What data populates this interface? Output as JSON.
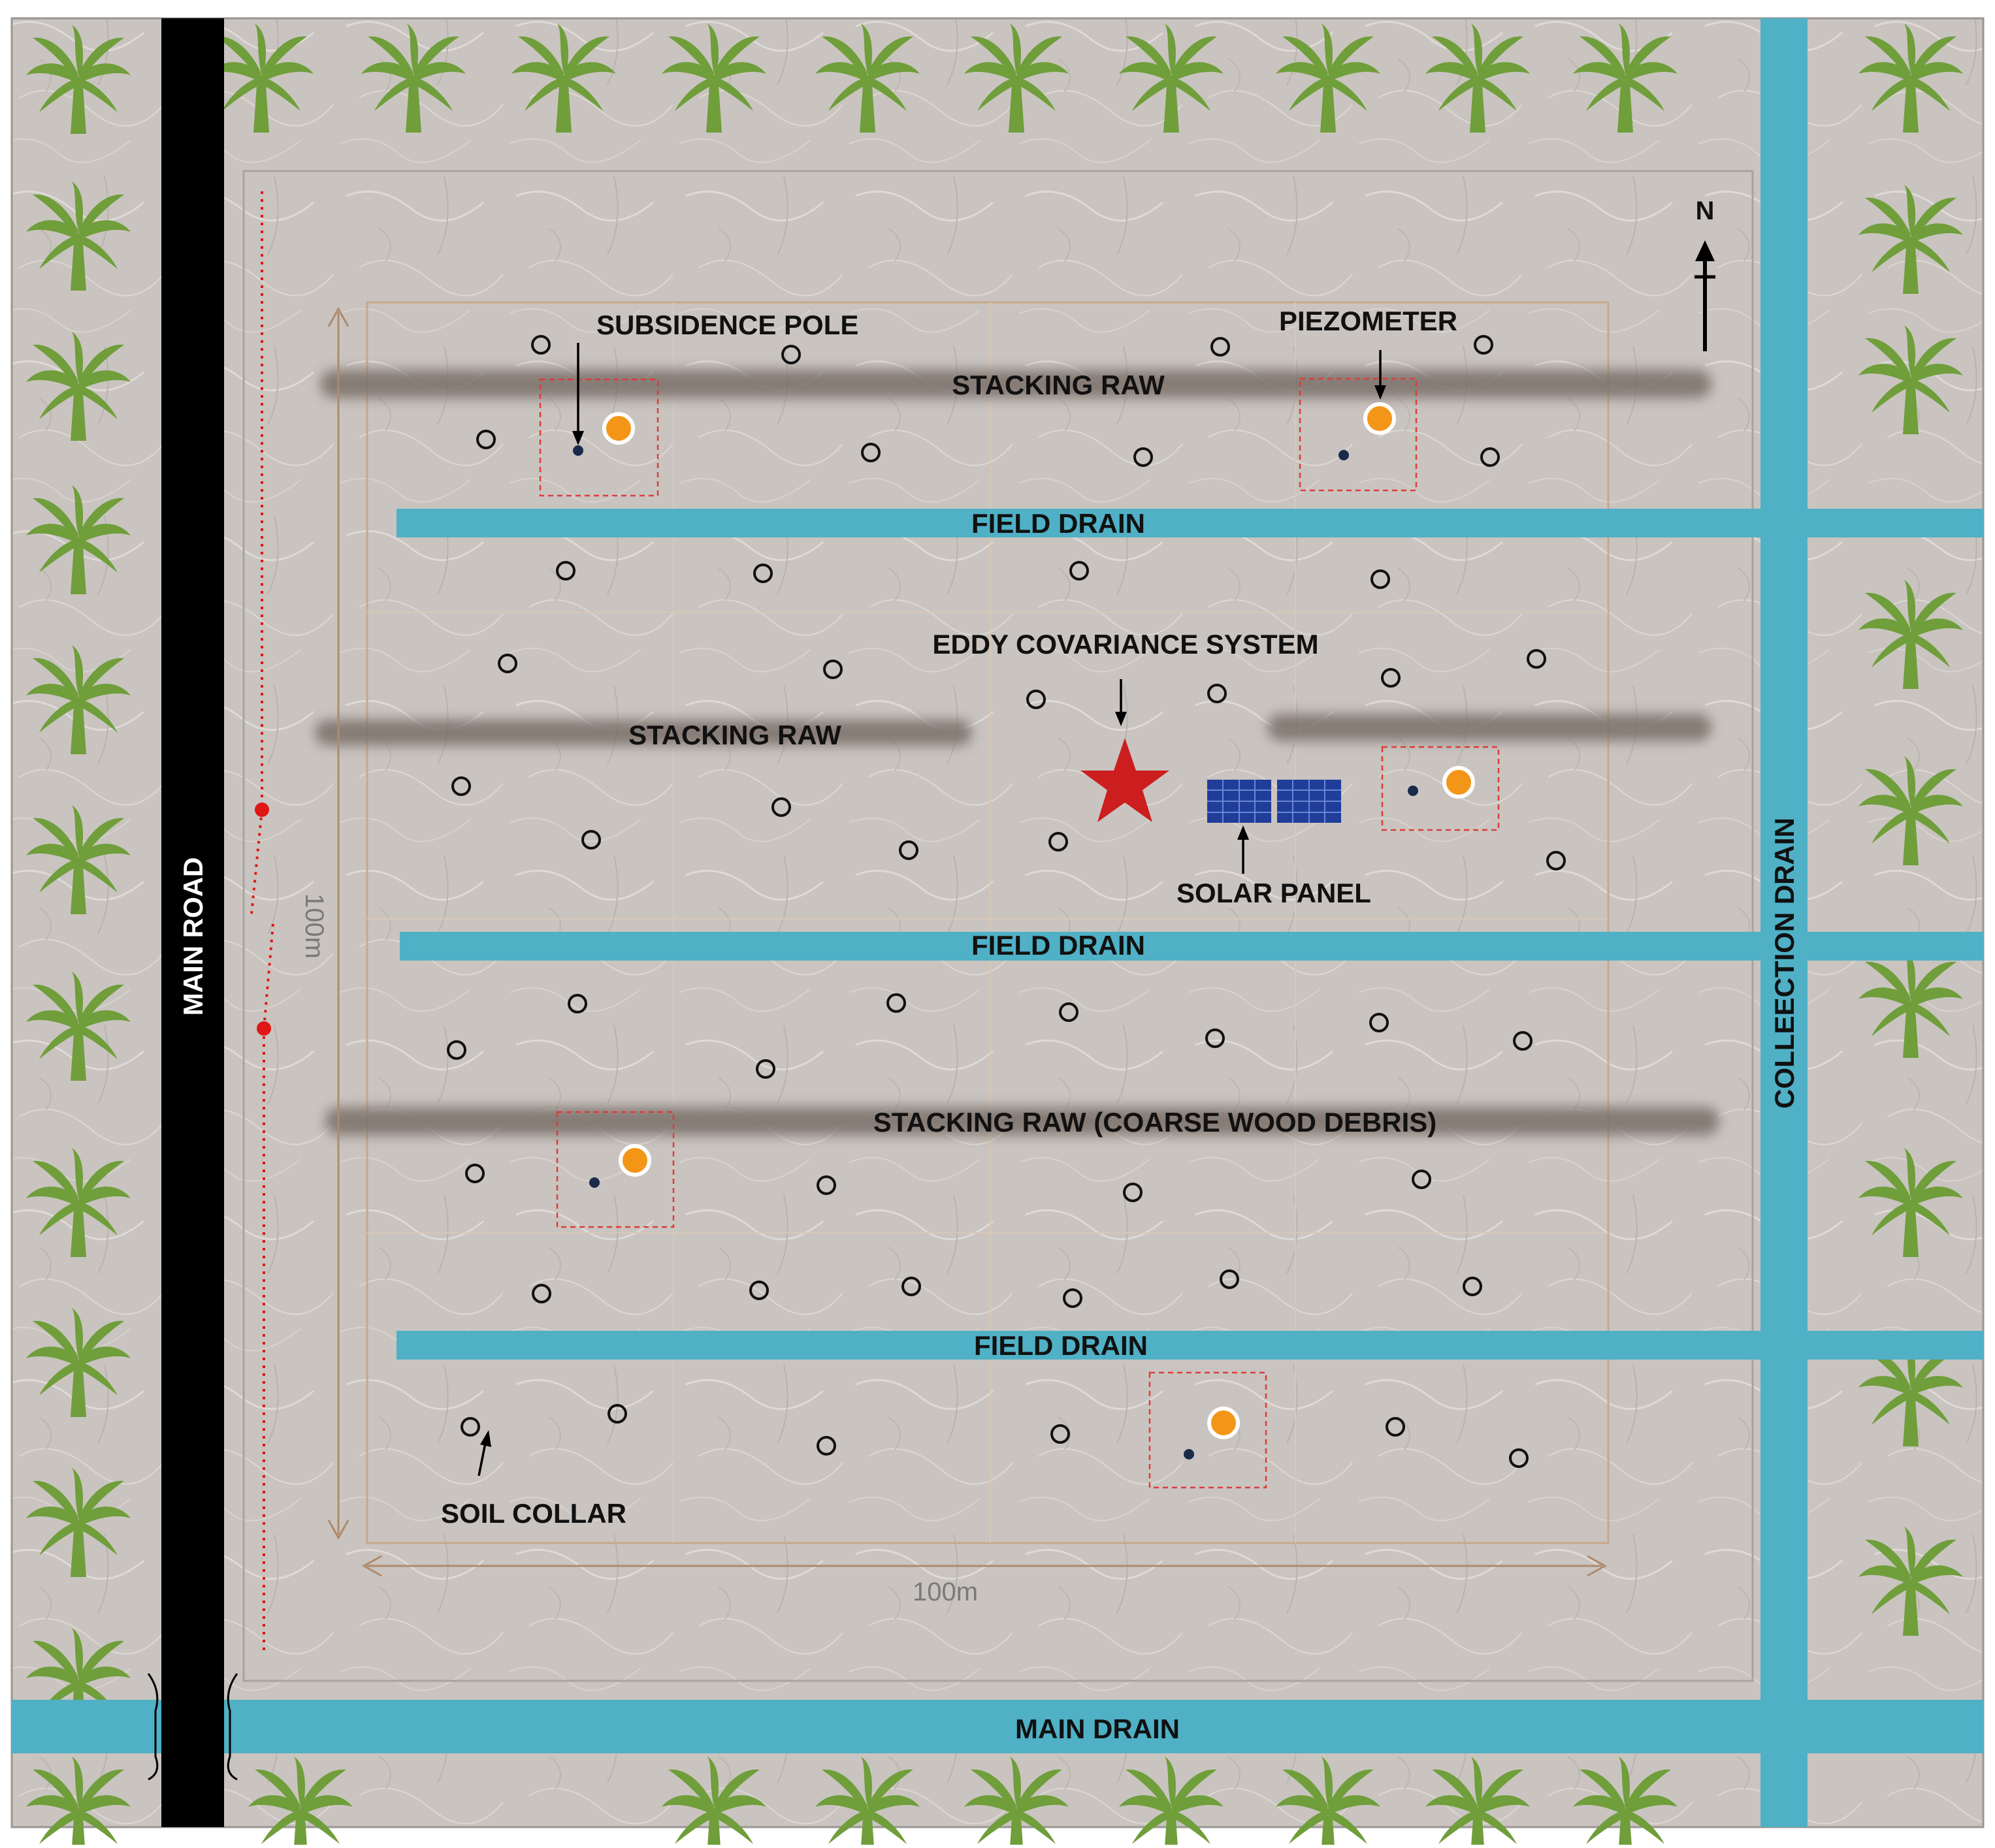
{
  "labels": {
    "subsidence_pole": "SUBSIDENCE POLE",
    "piezometer": "PIEZOMETER",
    "stacking_raw": "STACKING RAW",
    "stacking_raw_coarse": "STACKING RAW (COARSE WOOD DEBRIS)",
    "field_drain": "FIELD DRAIN",
    "eddy_covariance": "EDDY COVARIANCE SYSTEM",
    "solar_panel": "SOLAR PANEL",
    "soil_collar": "SOIL COLLAR",
    "main_road": "MAIN ROAD",
    "collection_drain": "COLLEECTION DRAIN",
    "main_drain": "MAIN DRAIN",
    "north": "N",
    "dim_vertical": "100m",
    "dim_horizontal": "100m"
  },
  "colors": {
    "ground": "#c9c4c0",
    "drain": "#4fb0c6",
    "road": "#000000",
    "palm": "#6f9e3a",
    "star": "#cc1e1e",
    "piezometer": "#f39617",
    "solar_panel": "#1f3d99",
    "stacking": "#7a6f69",
    "dimension": "#b08a6a",
    "boundary_dots": "#e01616"
  },
  "icons": [
    "palm-tree-icon",
    "north-arrow-icon",
    "star-icon",
    "solar-panel-icon",
    "piezometer-icon",
    "subsidence-pole-icon",
    "soil-collar-icon"
  ]
}
